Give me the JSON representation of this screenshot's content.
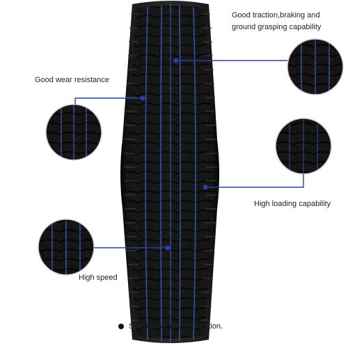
{
  "colors": {
    "callout_line": "#2b3fa8",
    "tire_rubber": "#141414",
    "tread_groove": "#4a6fd8"
  },
  "icons": {
    "tire": "tire-tread-image",
    "zoom": "tread-zoom-circle"
  },
  "features": {
    "traction": {
      "line1": "Good traction,braking and",
      "line2": "ground grasping capability"
    },
    "wear": {
      "label": "Good wear resistance"
    },
    "loading": {
      "label": "High loading capability"
    },
    "speed": {
      "label": "High speed"
    }
  },
  "footer": {
    "note": "Suitable for driving position."
  }
}
